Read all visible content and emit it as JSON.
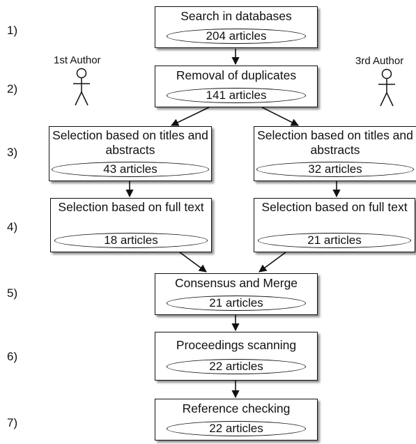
{
  "steps": [
    "1)",
    "2)",
    "3)",
    "4)",
    "5)",
    "6)",
    "7)"
  ],
  "actors": {
    "first": "1st Author",
    "third": "3rd Author"
  },
  "boxes": {
    "search": {
      "title": "Search in databases",
      "count": "204 articles"
    },
    "duplicates": {
      "title": "Removal of duplicates",
      "count": "141 articles"
    },
    "titles_left": {
      "title": "Selection based on titles and abstracts",
      "count": "43 articles"
    },
    "titles_right": {
      "title": "Selection based on titles and abstracts",
      "count": "32 articles"
    },
    "full_left": {
      "title": "Selection based on full text",
      "count": "18 articles"
    },
    "full_right": {
      "title": "Selection based on full text",
      "count": "21 articles"
    },
    "consensus": {
      "title": "Consensus and Merge",
      "count": "21 articles"
    },
    "proceedings": {
      "title": "Proceedings scanning",
      "count": "22 articles"
    },
    "reference": {
      "title": "Reference checking",
      "count": "22 articles"
    }
  }
}
